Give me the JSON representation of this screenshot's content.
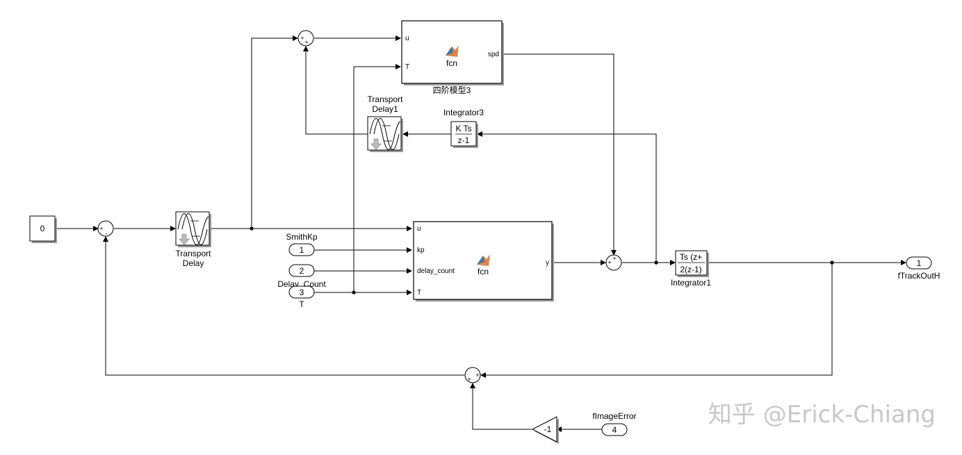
{
  "blocks": {
    "const0": {
      "value": "0"
    },
    "transport_delay": {
      "name_line1": "Transport",
      "name_line2": "Delay"
    },
    "transport_delay1": {
      "name_line1": "Transport",
      "name_line2": "Delay1"
    },
    "integrator3": {
      "name": "Integrator3",
      "num": "K Ts",
      "den": "z-1"
    },
    "integrator1": {
      "name": "Integrator1",
      "num": "Ts (z+",
      "den": "2(z-1)"
    },
    "fcn_top": {
      "label": "fcn",
      "caption": "四阶模型3",
      "in1": "u",
      "in2": "T",
      "out": "spd"
    },
    "fcn_main": {
      "label": "fcn",
      "in1": "u",
      "in2": "kp",
      "in3": "delay_count",
      "in4": "T",
      "out": "y"
    },
    "gain": {
      "value": "-1"
    }
  },
  "ports": {
    "in1": {
      "num": "1",
      "name": "SmithKp"
    },
    "in2": {
      "num": "2",
      "name": "Delay_Count"
    },
    "in3": {
      "num": "3",
      "name": "T"
    },
    "in4": {
      "num": "4",
      "name": "fImageError"
    },
    "out1": {
      "num": "1",
      "name": "fTrackOutH"
    }
  },
  "signs": {
    "plus": "+",
    "minus": "-"
  },
  "watermark": "知乎 @Erick-Chiang"
}
